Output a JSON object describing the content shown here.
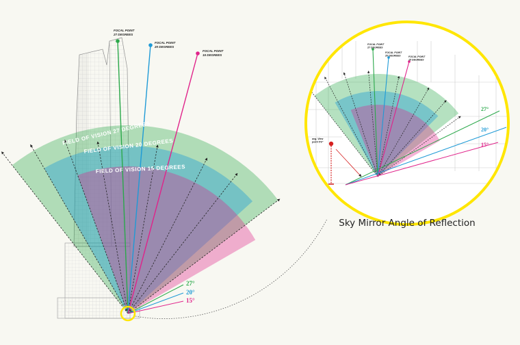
{
  "focal_points": {
    "deg27": "FOCAL POINT 27 DEGREES",
    "deg20": "FOCAL POINT 20 DEGREES",
    "deg15": "FOCAL POINT 15 DEGREES"
  },
  "fields_of_vision": {
    "deg27": "FIELD OF VISION 27 DEGREES",
    "deg20": "FIELD OF VISION 20 DEGREES",
    "deg15": "FIELD OF VISION 15 DEGREES"
  },
  "angle_labels": {
    "deg27": "27°",
    "deg20": "20°",
    "deg15": "15°"
  },
  "inset": {
    "view_point": "avg. View point 5'6\"",
    "caption": "Sky Mirror Angle of Reflection"
  },
  "colors": {
    "deg27": "#2aa84a",
    "deg20": "#1e9ad6",
    "deg15": "#e0238a",
    "highlight": "#ffe600",
    "view_point": "#d62020"
  }
}
